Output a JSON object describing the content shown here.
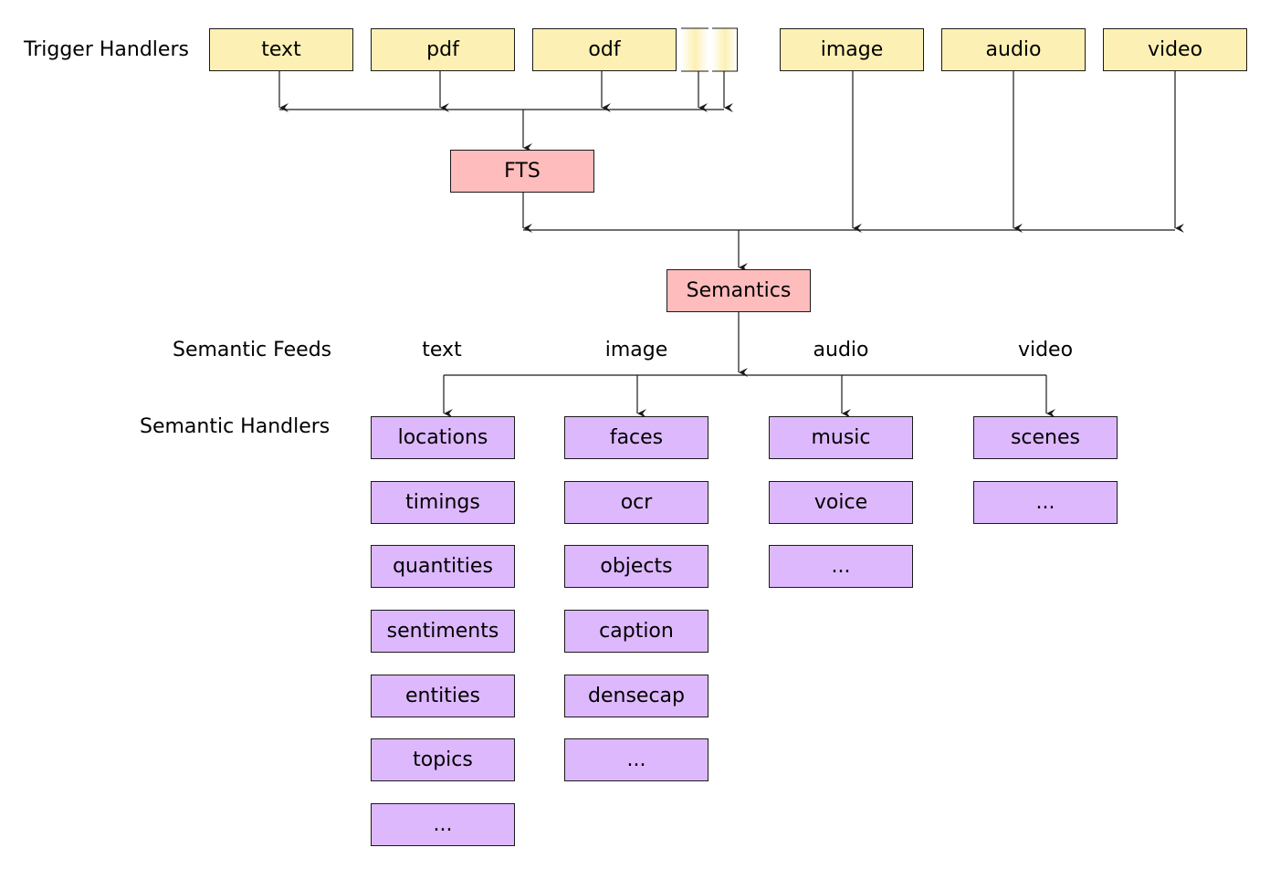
{
  "labels": {
    "trigger_handlers": "Trigger Handlers",
    "semantic_feeds": "Semantic Feeds",
    "semantic_handlers": "Semantic Handlers"
  },
  "trigger_handlers": [
    "text",
    "pdf",
    "odf",
    "image",
    "audio",
    "video"
  ],
  "core": {
    "fts": "FTS",
    "semantics": "Semantics"
  },
  "feeds": [
    "text",
    "image",
    "audio",
    "video"
  ],
  "handlers": {
    "text": [
      "locations",
      "timings",
      "quantities",
      "sentiments",
      "entities",
      "topics",
      "..."
    ],
    "image": [
      "faces",
      "ocr",
      "objects",
      "caption",
      "densecap",
      "..."
    ],
    "audio": [
      "music",
      "voice",
      "..."
    ],
    "video": [
      "scenes",
      "..."
    ]
  },
  "colors": {
    "trigger": "#fdf0b4",
    "core": "#ffbcbc",
    "handler": "#ddb8fd",
    "line": "#1a1a1a"
  }
}
